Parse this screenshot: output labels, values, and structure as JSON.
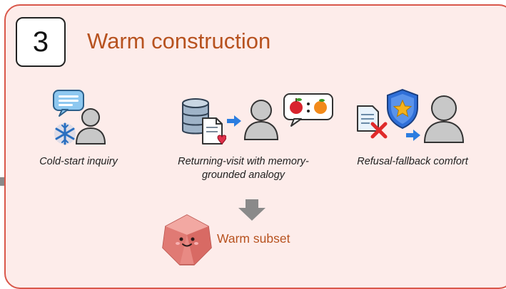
{
  "step": {
    "number": "3",
    "title": "Warm construction"
  },
  "scenarios": [
    {
      "label": "Cold-start inquiry",
      "icons": [
        "chat-bubble-icon",
        "snowflake-icon",
        "user-icon"
      ]
    },
    {
      "label": "Returning-visit with memory-grounded analogy",
      "icons": [
        "database-icon",
        "document-heart-icon",
        "arrow-right-icon",
        "user-icon",
        "apple-orange-analogy-icon"
      ]
    },
    {
      "label": "Refusal-fallback comfort",
      "icons": [
        "document-x-icon",
        "shield-star-icon",
        "arrow-right-icon",
        "user-icon"
      ]
    }
  ],
  "output": {
    "label": "Warm subset",
    "icon": "smiling-gem-icon"
  },
  "colors": {
    "panel_bg": "#fdecea",
    "panel_border": "#d9574a",
    "accent_text": "#b7521f",
    "arrow": "#8a8a8a"
  }
}
